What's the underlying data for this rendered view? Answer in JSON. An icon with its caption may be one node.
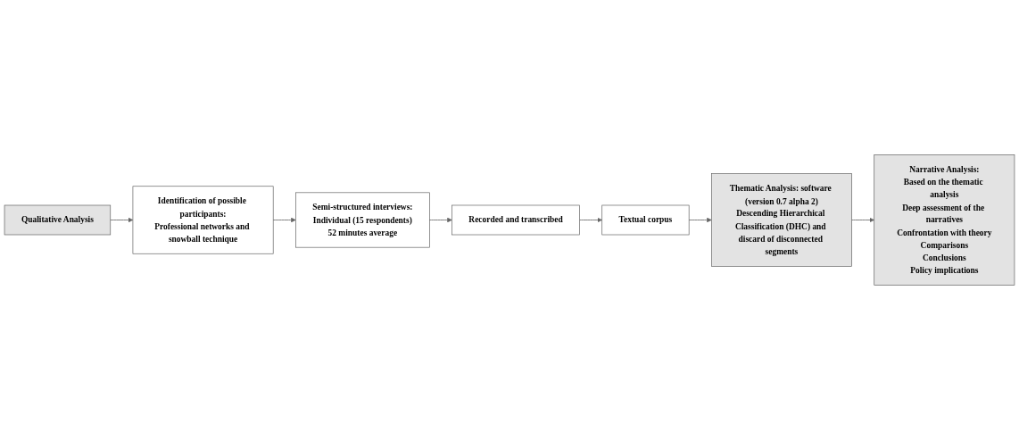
{
  "diagram": {
    "nodes": [
      {
        "text": [
          "Qualitative Analysis"
        ]
      },
      {
        "text": [
          "Identification of possible participants:",
          "Professional networks and snowball technique"
        ]
      },
      {
        "text": [
          "Semi-structured interviews:",
          "Individual (15 respondents)",
          "52 minutes average"
        ]
      },
      {
        "text": [
          "Recorded and transcribed"
        ]
      },
      {
        "text": [
          "Textual corpus"
        ]
      },
      {
        "text": [
          "Thematic Analysis: software (version 0.7 alpha 2)",
          "Descending Hierarchical Classification (DHC) and discard of disconnected segments"
        ]
      },
      {
        "text": [
          "Narrative Analysis:",
          "Based on the thematic analysis",
          "Deep assessment of the narratives",
          "Confrontation with theory",
          "Comparisons",
          "Conclusions",
          "Policy implications"
        ]
      }
    ],
    "edges": [
      {
        "from": 0,
        "to": 1,
        "arrow": "to"
      },
      {
        "from": 1,
        "to": 2,
        "arrow": "to"
      },
      {
        "from": 2,
        "to": 3,
        "arrow": "to"
      },
      {
        "from": 3,
        "to": 4,
        "arrow": "to"
      },
      {
        "from": 4,
        "to": 5,
        "arrow": "to"
      },
      {
        "from": 5,
        "to": 6,
        "arrow": "to"
      }
    ]
  }
}
